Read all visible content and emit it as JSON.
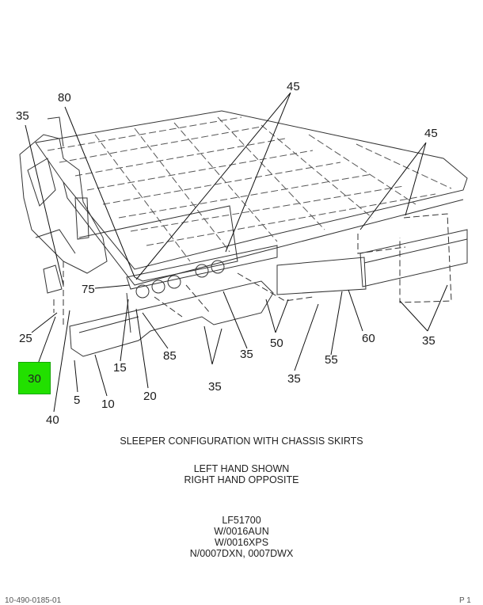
{
  "highlight_color": "#22e000",
  "callouts": {
    "c80": "80",
    "c45a": "45",
    "c45b": "45",
    "c35a": "35",
    "c75": "75",
    "c25": "25",
    "c30": "30",
    "c40": "40",
    "c5": "5",
    "c10": "10",
    "c15": "15",
    "c20": "20",
    "c85": "85",
    "c35b": "35",
    "c35c": "35",
    "c50": "50",
    "c35d": "35",
    "c55": "55",
    "c60": "60",
    "c35e": "35"
  },
  "caption": {
    "title": "SLEEPER CONFIGURATION WITH CHASSIS SKIRTS",
    "line1": "LEFT HAND SHOWN",
    "line2": "RIGHT HAND OPPOSITE",
    "code1": "LF51700",
    "code2": "W/0016AUN",
    "code3": "W/0016XPS",
    "code4": "N/0007DXN, 0007DWX"
  },
  "footer": {
    "left": "10-490-0185-01",
    "right": "P 1"
  }
}
